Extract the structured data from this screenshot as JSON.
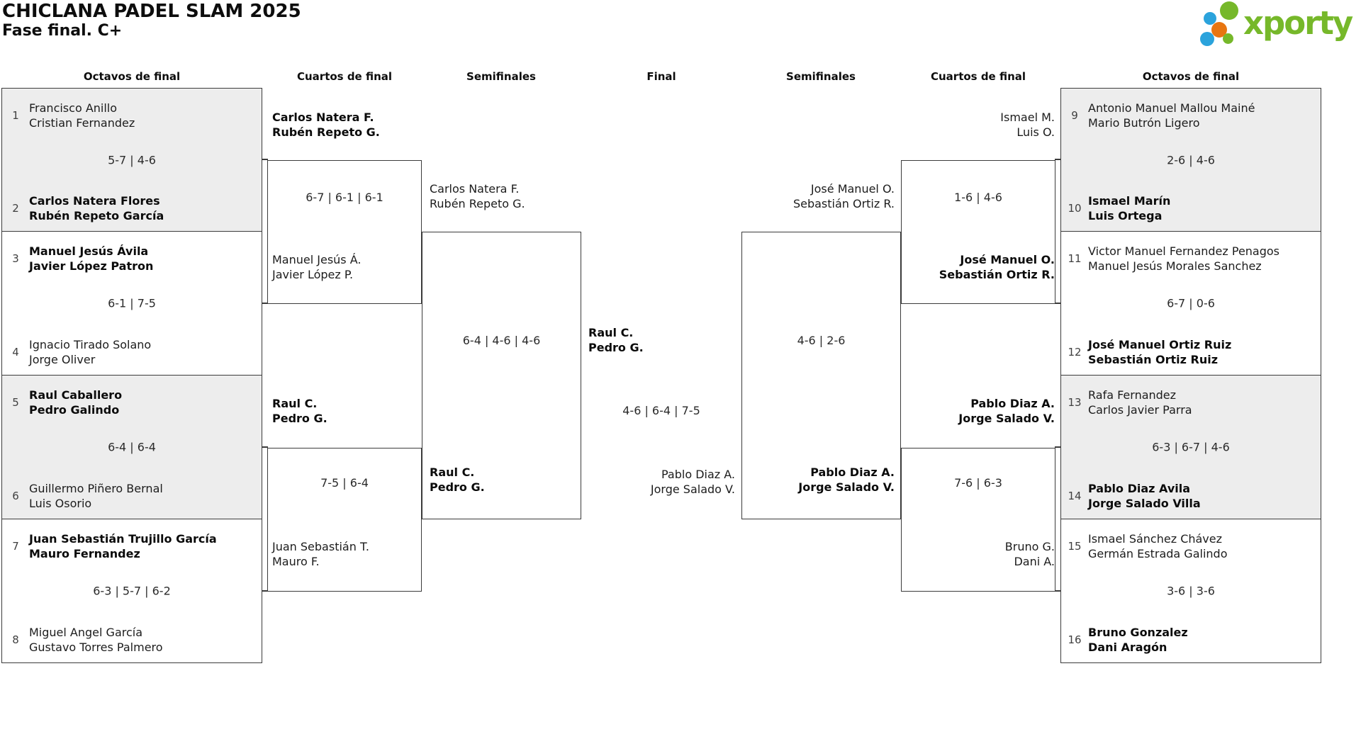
{
  "header": {
    "title": "CHICLANA PADEL SLAM 2025",
    "subtitle": "Fase final. C+"
  },
  "logo": {
    "text": "xporty",
    "green": "#76b82a",
    "blue": "#2ba3dc",
    "orange": "#e87511"
  },
  "rounds": [
    "Octavos de final",
    "Cuartos de final",
    "Semifinales",
    "Final",
    "Semifinales",
    "Cuartos de final",
    "Octavos de final"
  ],
  "bracket": {
    "r16_left": [
      {
        "seed_top": "1",
        "team_top": [
          "Francisco Anillo",
          "Cristian Fernandez"
        ],
        "top_winner": false,
        "score": "5-7 | 4-6",
        "seed_bottom": "2",
        "team_bottom": [
          "Carlos Natera Flores",
          "Rubén Repeto García"
        ],
        "bottom_winner": true
      },
      {
        "seed_top": "3",
        "team_top": [
          "Manuel Jesús Ávila",
          "Javier López Patron"
        ],
        "top_winner": true,
        "score": "6-1 | 7-5",
        "seed_bottom": "4",
        "team_bottom": [
          "Ignacio Tirado Solano",
          "Jorge Oliver"
        ],
        "bottom_winner": false
      },
      {
        "seed_top": "5",
        "team_top": [
          "Raul Caballero",
          "Pedro Galindo"
        ],
        "top_winner": true,
        "score": "6-4 | 6-4",
        "seed_bottom": "6",
        "team_bottom": [
          "Guillermo Piñero Bernal",
          "Luis Osorio"
        ],
        "bottom_winner": false
      },
      {
        "seed_top": "7",
        "team_top": [
          "Juan Sebastián Trujillo García",
          "Mauro Fernandez"
        ],
        "top_winner": true,
        "score": "6-3 | 5-7 | 6-2",
        "seed_bottom": "8",
        "team_bottom": [
          "Miguel Angel García",
          "Gustavo Torres Palmero"
        ],
        "bottom_winner": false
      }
    ],
    "r16_right": [
      {
        "seed_top": "9",
        "team_top": [
          "Antonio Manuel Mallou Mainé",
          "Mario Butrón Ligero"
        ],
        "top_winner": false,
        "score": "2-6 | 4-6",
        "seed_bottom": "10",
        "team_bottom": [
          "Ismael Marín",
          "Luis Ortega"
        ],
        "bottom_winner": true
      },
      {
        "seed_top": "11",
        "team_top": [
          "Victor Manuel Fernandez Penagos",
          "Manuel Jesús Morales Sanchez"
        ],
        "top_winner": false,
        "score": "6-7 | 0-6",
        "seed_bottom": "12",
        "team_bottom": [
          "José Manuel Ortiz Ruiz",
          "Sebastián Ortiz Ruiz"
        ],
        "bottom_winner": true
      },
      {
        "seed_top": "13",
        "team_top": [
          "Rafa Fernandez",
          "Carlos Javier Parra"
        ],
        "top_winner": false,
        "score": "6-3 | 6-7 | 4-6",
        "seed_bottom": "14",
        "team_bottom": [
          "Pablo Diaz Avila",
          "Jorge Salado Villa"
        ],
        "bottom_winner": true
      },
      {
        "seed_top": "15",
        "team_top": [
          "Ismael Sánchez Chávez",
          "Germán Estrada Galindo"
        ],
        "top_winner": false,
        "score": "3-6 | 3-6",
        "seed_bottom": "16",
        "team_bottom": [
          "Bruno Gonzalez",
          "Dani Aragón"
        ],
        "bottom_winner": true
      }
    ],
    "qf_left": [
      {
        "team_top": [
          "Carlos Natera F.",
          "Rubén Repeto G."
        ],
        "top_winner": true,
        "score": "6-7 | 6-1 | 6-1",
        "team_bottom": [
          "Manuel Jesús Á.",
          "Javier López P."
        ],
        "bottom_winner": false
      },
      {
        "team_top": [
          "Raul C.",
          "Pedro G."
        ],
        "top_winner": true,
        "score": "7-5 | 6-4",
        "team_bottom": [
          "Juan Sebastián T.",
          "Mauro F."
        ],
        "bottom_winner": false
      }
    ],
    "sf_left": {
      "team_top": [
        "Carlos Natera F.",
        "Rubén Repeto G."
      ],
      "top_winner": false,
      "score": "6-4 | 4-6 | 4-6",
      "team_bottom": [
        "Raul C.",
        "Pedro G."
      ],
      "bottom_winner": true
    },
    "final": {
      "team_left": [
        "Raul C.",
        "Pedro G."
      ],
      "left_winner": true,
      "score": "4-6 | 6-4 | 7-5",
      "team_right": [
        "Pablo Diaz A.",
        "Jorge Salado V."
      ],
      "right_winner": false
    },
    "sf_right": {
      "team_top": [
        "José Manuel O.",
        "Sebastián Ortiz R."
      ],
      "top_winner": false,
      "score": "4-6 | 2-6",
      "team_bottom": [
        "Pablo Diaz A.",
        "Jorge Salado V."
      ],
      "bottom_winner": true
    },
    "qf_right": [
      {
        "team_top": [
          "Ismael M.",
          "Luis O."
        ],
        "top_winner": false,
        "score": "1-6 | 4-6",
        "team_bottom": [
          "José Manuel O.",
          "Sebastián Ortiz R."
        ],
        "bottom_winner": true
      },
      {
        "team_top": [
          "Pablo Diaz A.",
          "Jorge Salado V."
        ],
        "top_winner": true,
        "score": "7-6 | 6-3",
        "team_bottom": [
          "Bruno G.",
          "Dani A."
        ],
        "bottom_winner": false
      }
    ]
  }
}
